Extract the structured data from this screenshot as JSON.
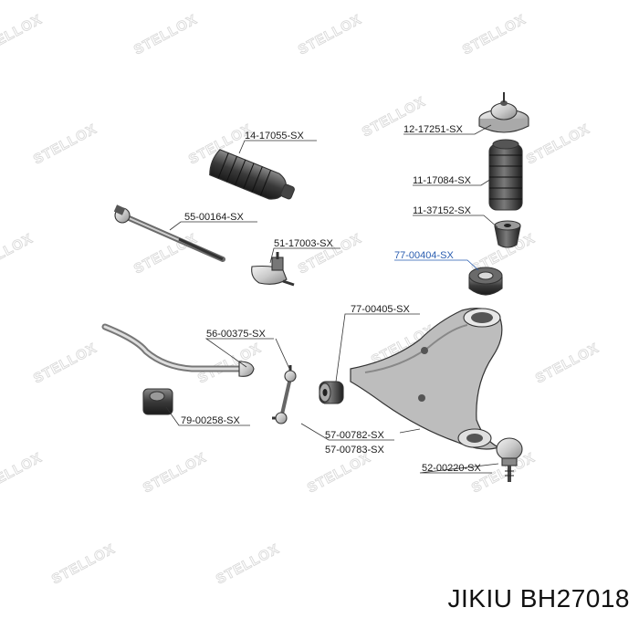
{
  "watermark": "STELLOX",
  "caption": "JIKIU BH27018",
  "parts": {
    "strut_mount": "12-17251-SX",
    "boot": "11-17084-SX",
    "bump_stop": "11-37152-SX",
    "arm_bushing_rear": "77-00404-SX",
    "rack_boot": "14-17055-SX",
    "inner_tie_rod": "55-00164-SX",
    "tie_rod_end": "51-17003-SX",
    "arm_bushing_front": "77-00405-SX",
    "stabilizer_link": "56-00375-SX",
    "stabilizer_bushing": "79-00258-SX",
    "control_arm_left": "57-00782-SX",
    "control_arm_right": "57-00783-SX",
    "ball_joint": "52-00220-SX"
  }
}
